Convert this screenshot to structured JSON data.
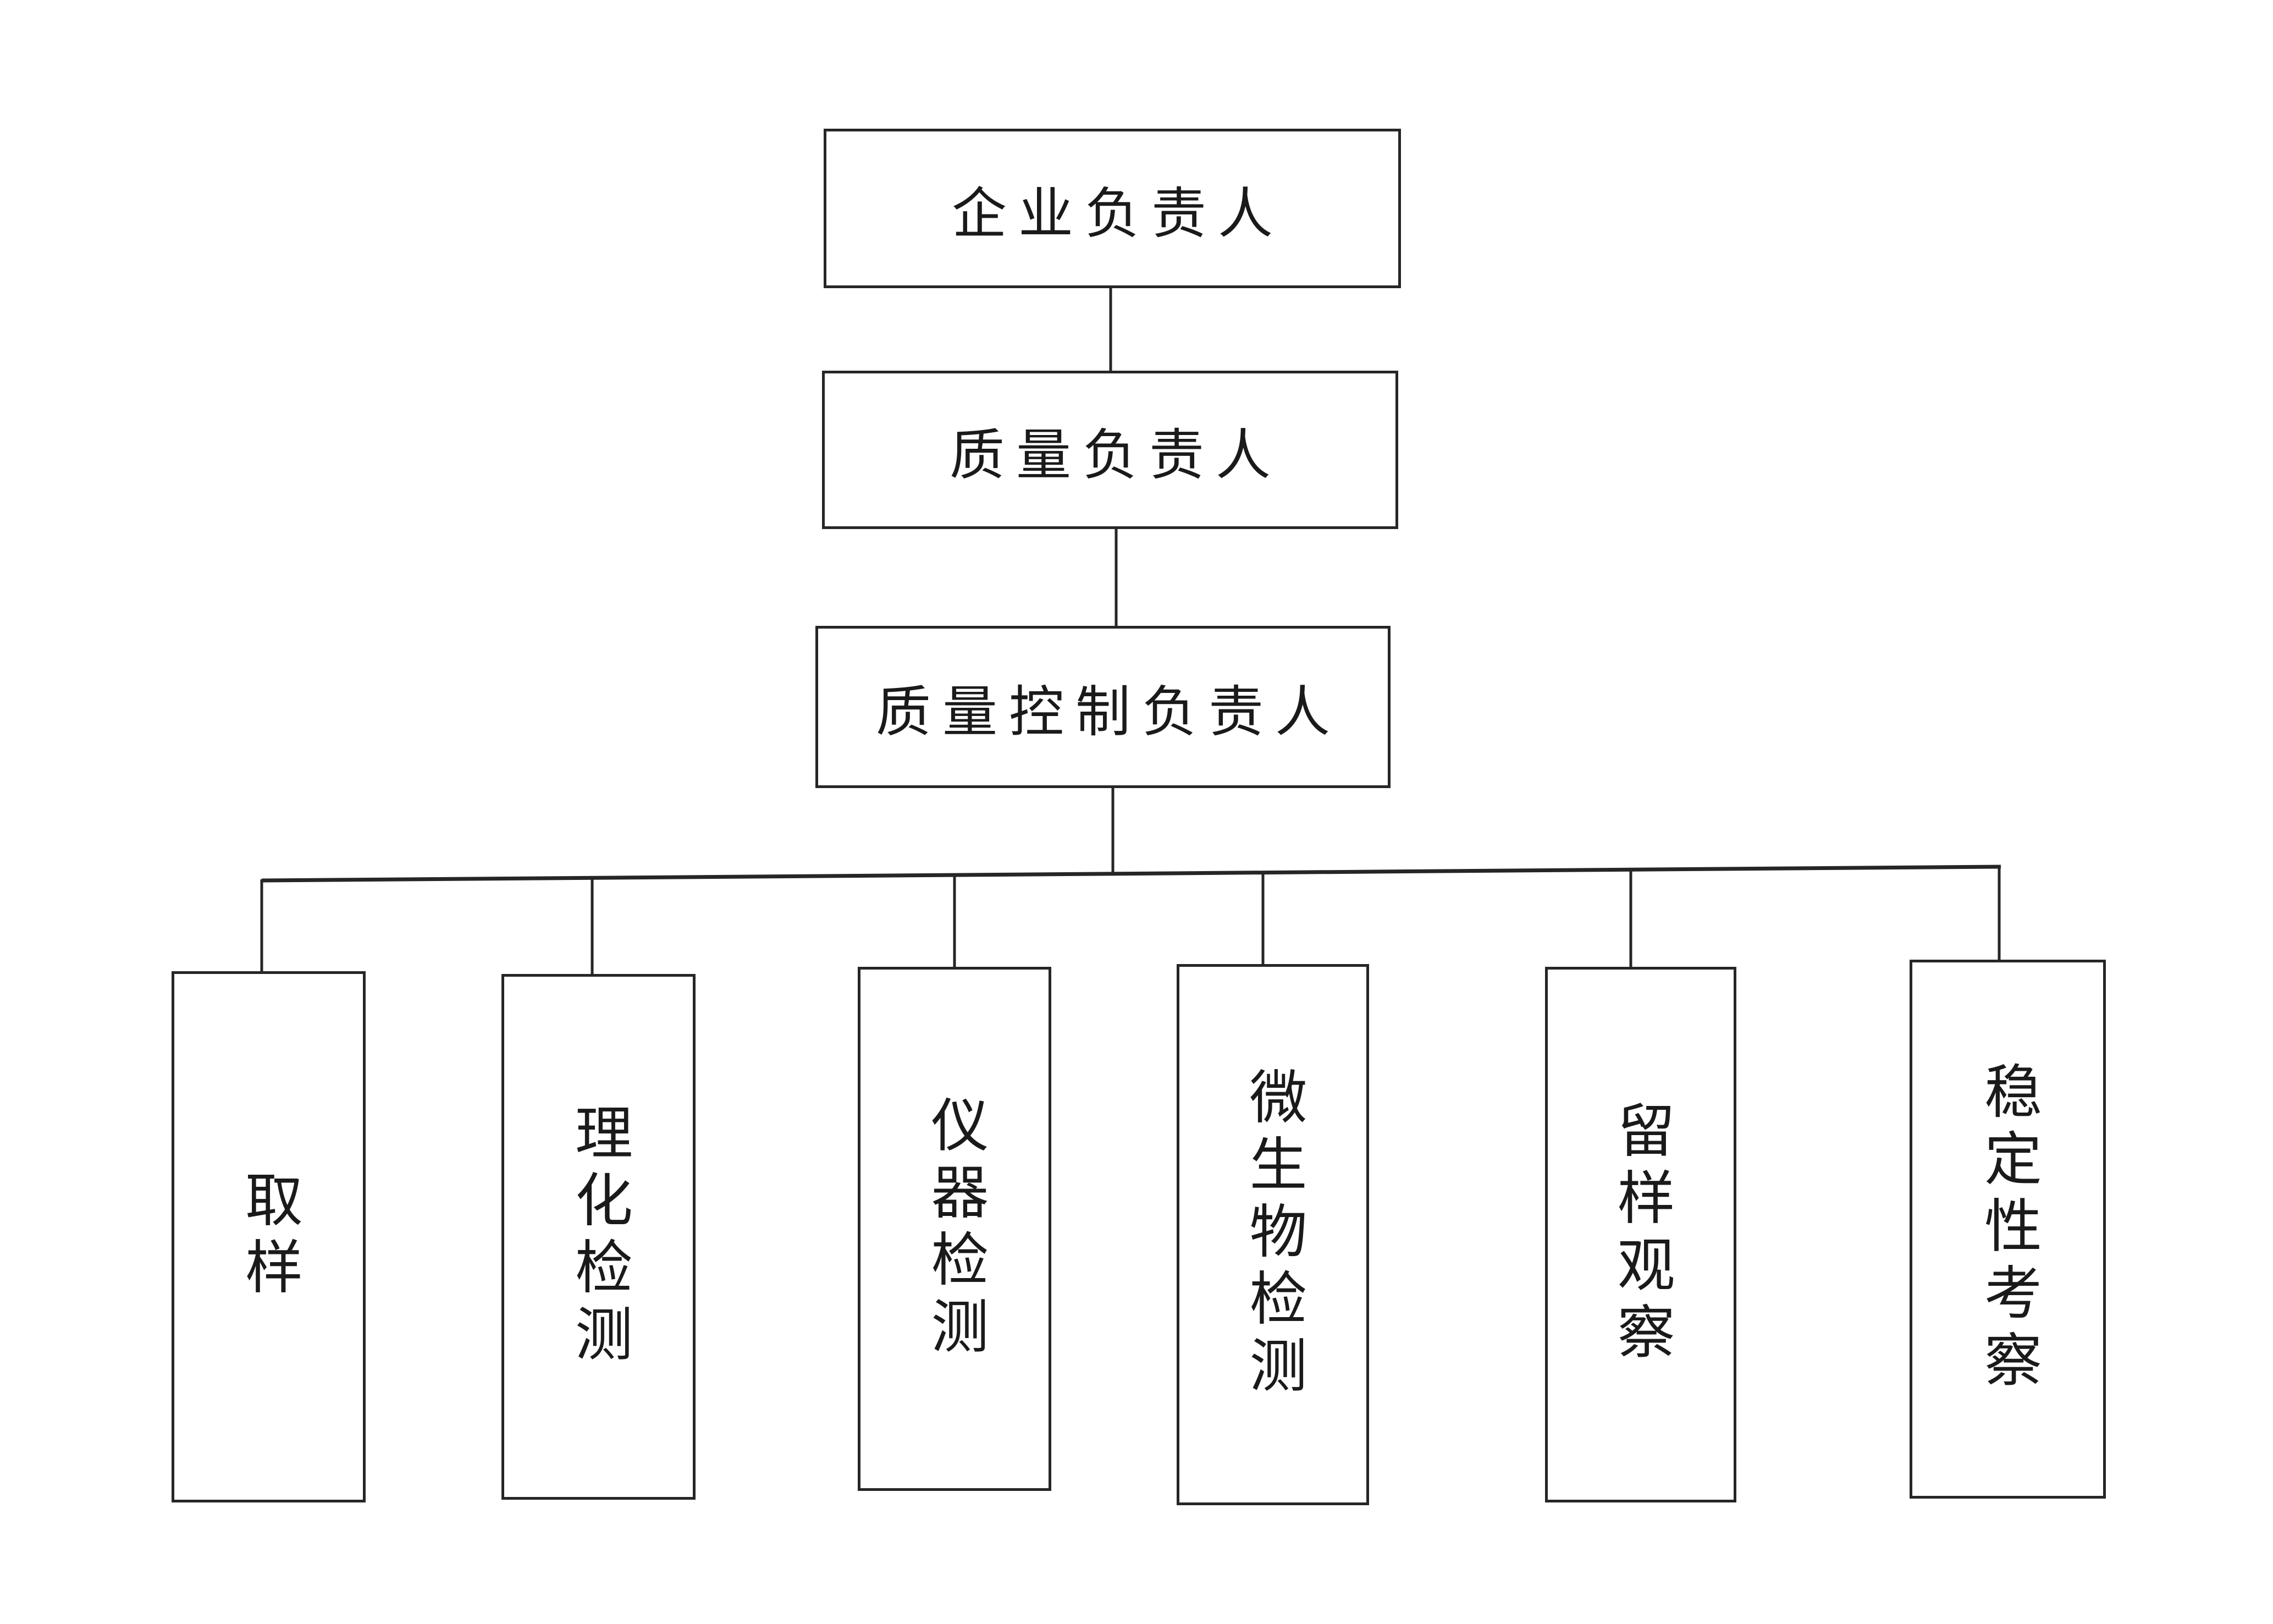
{
  "diagram": {
    "type": "org-chart",
    "background_color": "#ffffff",
    "line_color": "#262626",
    "text_color": "#1a1a1a",
    "top_nodes": [
      {
        "id": "enterprise-head",
        "label": "企业负责人"
      },
      {
        "id": "quality-head",
        "label": "质量负责人"
      },
      {
        "id": "quality-control-head",
        "label": "质量控制负责人"
      }
    ],
    "bottom_nodes": [
      {
        "id": "sampling",
        "label": "取样"
      },
      {
        "id": "physicochemical-testing",
        "label": "理化检测"
      },
      {
        "id": "instrument-testing",
        "label": "仪器检测"
      },
      {
        "id": "microbiological-testing",
        "label": "微生物检测"
      },
      {
        "id": "retained-sample-observation",
        "label": "留样观察"
      },
      {
        "id": "stability-study",
        "label": "稳定性考察"
      }
    ]
  }
}
